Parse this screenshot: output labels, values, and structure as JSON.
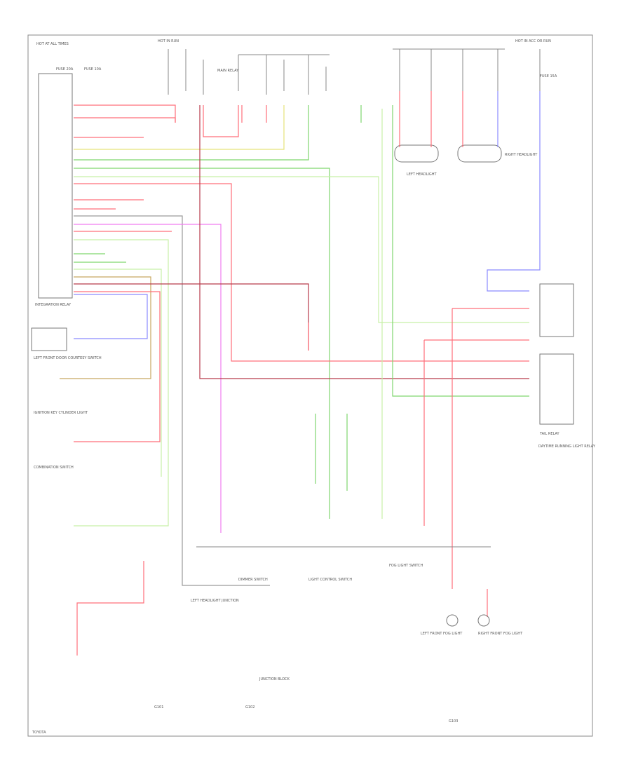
{
  "colors": {
    "red": "#ff6f7a",
    "dark_red": "#b83a4a",
    "green": "#7fd66e",
    "light_green": "#c8f0a8",
    "yellow": "#e6e37a",
    "blue": "#8a8aff",
    "magenta": "#f07cf0",
    "olive": "#c8a860",
    "gray": "#9a9a9a",
    "black": "#777777"
  },
  "labels": {
    "hot_run": "HOT IN RUN",
    "hot_at_all_times": "HOT AT ALL TIMES",
    "hot_acc": "HOT IN ACC OR RUN",
    "fuse1": "FUSE 20A",
    "fuse2": "FUSE 10A",
    "fuse3": "FUSE 15A",
    "main_relay": "MAIN RELAY",
    "tail_relay": "TAIL RELAY",
    "integration_relay": "INTEGRATION RELAY",
    "left_front_door_courtesy": "LEFT FRONT DOOR COURTESY SWITCH",
    "ignition_key_cylinder": "IGNITION KEY CYLINDER LIGHT",
    "dimmer_switch": "DIMMER SWITCH",
    "light_control_switch": "LIGHT CONTROL SWITCH",
    "fog_light_switch": "FOG LIGHT SWITCH",
    "headlight_left": "LEFT HEADLIGHT",
    "headlight_right": "RIGHT HEADLIGHT",
    "left_front_fog": "LEFT FRONT FOG LIGHT",
    "right_front_fog": "RIGHT FRONT FOG LIGHT",
    "combination_switch": "COMBINATION SWITCH",
    "daytime_running_relay": "DAYTIME RUNNING LIGHT RELAY",
    "left_headlight_junction": "LEFT HEADLIGHT JUNCTION",
    "junction_block": "JUNCTION BLOCK",
    "ground1": "G101",
    "ground2": "G102",
    "ground3": "G103",
    "page_id": "TOYOTA"
  }
}
